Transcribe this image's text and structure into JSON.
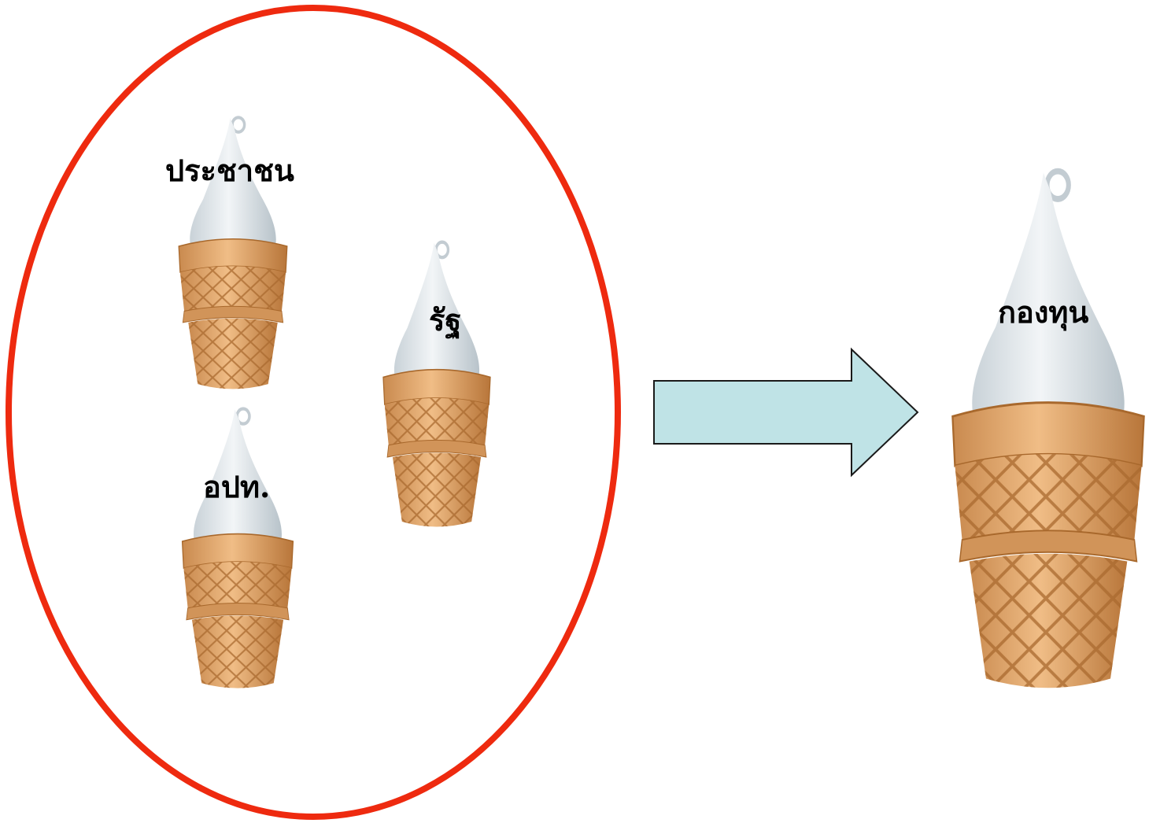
{
  "diagram": {
    "sources": [
      {
        "id": "people",
        "label": "ประชาชน"
      },
      {
        "id": "state",
        "label": "รัฐ"
      },
      {
        "id": "local",
        "label": "อปท."
      }
    ],
    "target": {
      "id": "fund",
      "label": "กองทุน"
    },
    "icon": "soft-serve-ice-cream-cone-icon"
  },
  "colors": {
    "group_outline": "#ee2a0f",
    "arrow_fill": "#bfe3e6",
    "arrow_stroke": "#1a1a1a",
    "cream": "#dde4e8",
    "cone": "#e0a468",
    "cone_dark": "#b9783f"
  }
}
